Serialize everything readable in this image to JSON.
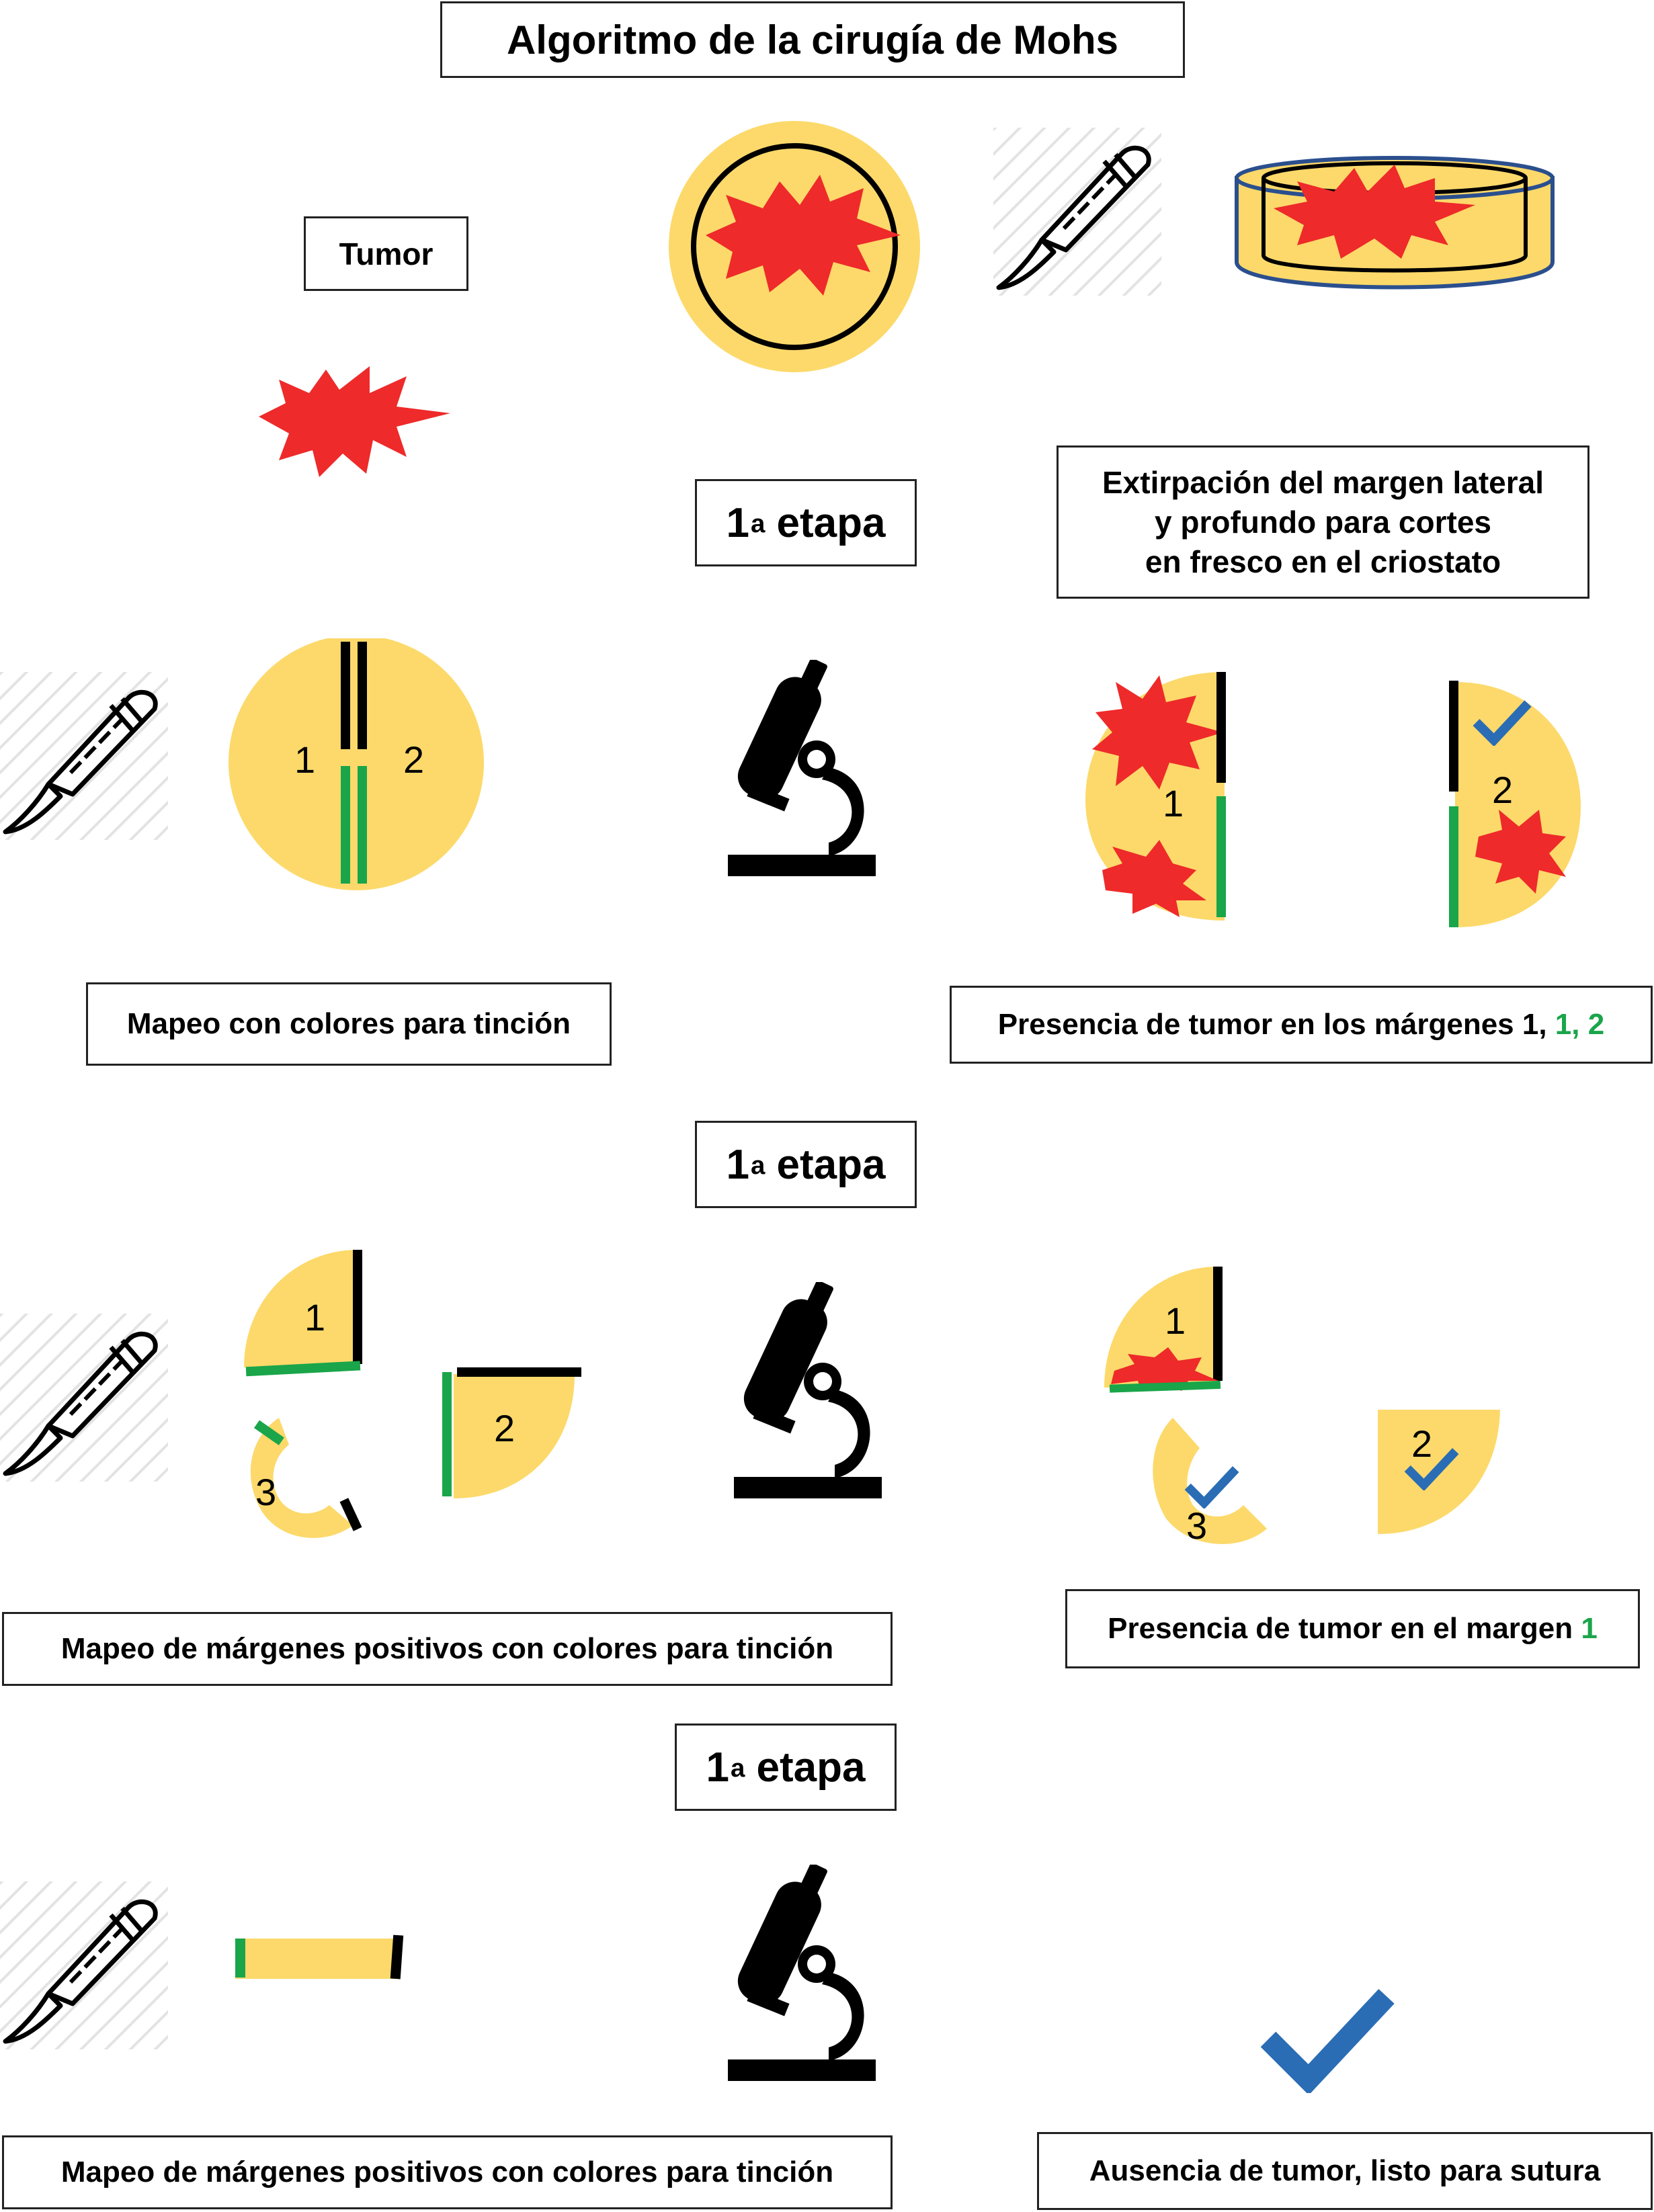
{
  "title": "Algoritmo de la cirugía de Mohs",
  "tumor_label": "Tumor",
  "stage_labels": [
    {
      "main": "1",
      "sup": "a",
      "rest": " etapa"
    },
    {
      "main": "1",
      "sup": "a",
      "rest": " etapa"
    },
    {
      "main": "1",
      "sup": "a",
      "rest": " etapa"
    }
  ],
  "excision_label": [
    "Extirpación del margen lateral",
    "y profundo para cortes",
    "en fresco en el criostato"
  ],
  "mapping_label_1": "Mapeo con colores para tinción",
  "presence_label_1": {
    "text": "Presencia de tumor en los márgenes 1, ",
    "highlight": "1, 2"
  },
  "mapping_label_2": "Mapeo de márgenes positivos con colores para tinción",
  "presence_label_2": {
    "text": "Presencia de tumor en el margen ",
    "highlight": "1"
  },
  "mapping_label_3": "Mapeo de márgenes positivos con colores para tinción",
  "absence_label": "Ausencia de tumor, listo para sutura",
  "segment_numbers": {
    "stage1_left": "1",
    "stage1_right": "2",
    "stage1_result_left": "1",
    "stage1_result_right": "2",
    "stage2_q1": "1",
    "stage2_q2": "2",
    "stage2_q3": "3",
    "stage2_result_q1": "1",
    "stage2_result_q2": "2",
    "stage2_result_q3": "3"
  },
  "colors": {
    "tissue": "#fcd96a",
    "tumor": "#ee2a2a",
    "ink_green": "#1aa54a",
    "ink_black": "#000000",
    "check": "#2a6db5",
    "dish_edge": "#2b4f8e"
  },
  "icons": [
    "scalpel-icon",
    "microscope-icon",
    "check-icon",
    "tumor-icon",
    "petri-dish-icon"
  ]
}
